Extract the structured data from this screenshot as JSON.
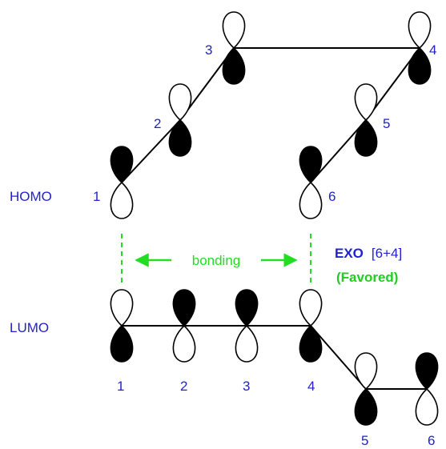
{
  "homo": {
    "label": "HOMO",
    "atoms": [
      {
        "num": "1",
        "top": "black",
        "bottom": "white"
      },
      {
        "num": "2",
        "top": "white",
        "bottom": "black"
      },
      {
        "num": "3",
        "top": "white",
        "bottom": "black"
      },
      {
        "num": "4",
        "top": "white",
        "bottom": "black"
      },
      {
        "num": "5",
        "top": "white",
        "bottom": "black"
      },
      {
        "num": "6",
        "top": "black",
        "bottom": "white"
      }
    ]
  },
  "lumo": {
    "label": "LUMO",
    "atoms": [
      {
        "num": "1",
        "top": "white",
        "bottom": "black"
      },
      {
        "num": "2",
        "top": "black",
        "bottom": "white"
      },
      {
        "num": "3",
        "top": "black",
        "bottom": "white"
      },
      {
        "num": "4",
        "top": "white",
        "bottom": "black"
      },
      {
        "num": "5",
        "top": "white",
        "bottom": "black"
      },
      {
        "num": "6",
        "top": "black",
        "bottom": "white"
      }
    ]
  },
  "interaction": {
    "bonding_label": "bonding",
    "arrow_color": "#22dd22",
    "dash_color": "#22dd22"
  },
  "annotation": {
    "exo_bold": "EXO",
    "exo_rest": "[6+4]",
    "favored": "(Favored)"
  },
  "colors": {
    "label_blue": "#2222cc",
    "green": "#22dd22"
  }
}
